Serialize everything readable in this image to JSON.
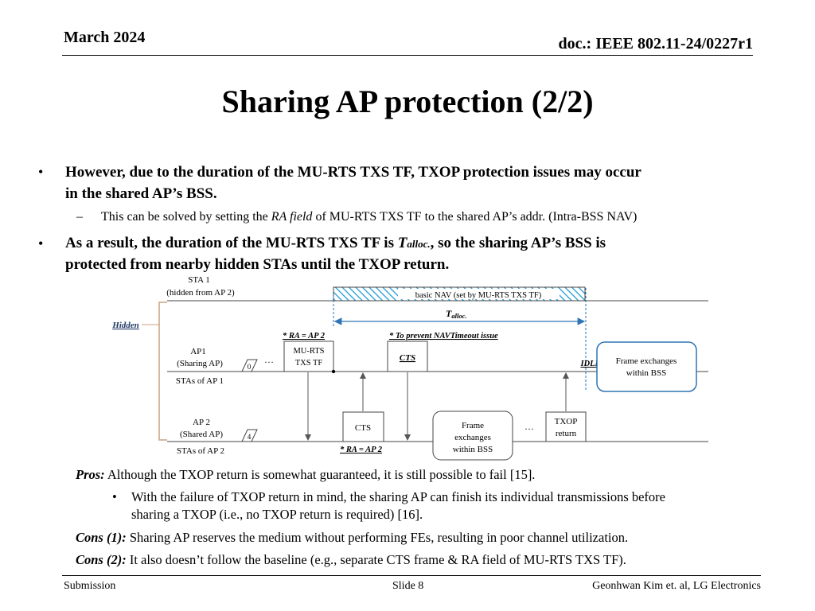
{
  "header": {
    "date": "March 2024",
    "doc_id": "doc.: IEEE 802.11-24/0227r1"
  },
  "title": "Sharing AP protection (2/2)",
  "bullets": {
    "b1": "However, due to the duration of the MU-RTS TXS TF, TXOP protection issues may occur",
    "b1_cont": "in the shared AP’s BSS.",
    "sub1_pre": "This can be solved by setting the ",
    "sub1_em": "RA field",
    "sub1_post": " of MU-RTS TXS TF to the shared AP’s addr. (Intra-BSS NAV)",
    "b2_pre": "As a result, the duration of the MU-RTS TXS TF is ",
    "b2_var": "T",
    "b2_sub": "alloc.",
    "b2_post": ", so the sharing AP’s BSS is",
    "b2_cont": "protected from nearby hidden STAs until the TXOP return."
  },
  "diagram": {
    "sta1": "STA 1",
    "sta1_note": "(hidden from AP 2)",
    "hidden": "Hidden",
    "nav_label": "basic NAV (set by MU-RTS TXS TF)",
    "talloc_var": "T",
    "talloc_sub": "alloc.",
    "ra_ap2_top": "* RA = AP 2",
    "navtimeout": "* To prevent NAVTimeout issue",
    "ap1": "AP1",
    "ap1_role": "(Sharing AP)",
    "ap1_backoff": "0",
    "ellipsis": "…",
    "murts_1": "MU-RTS",
    "murts_2": "TXS TF",
    "cts_top": "CTS",
    "idle": "IDLE",
    "fe_bss_1": "Frame exchanges",
    "fe_bss_2": "within BSS",
    "stas_ap1": "STAs of AP 1",
    "ap2": "AP 2",
    "ap2_role": "(Shared AP)",
    "ap2_backoff": "4",
    "cts_bottom": "CTS",
    "fe_1": "Frame",
    "fe_2": "exchanges",
    "fe_3": "within BSS",
    "txop_1": "TXOP",
    "txop_2": "return",
    "stas_ap2": "STAs of AP 2",
    "ra_ap2_bottom": "* RA = AP 2"
  },
  "notes": {
    "pros_label": "Pros:",
    "pros_text": " Although the TXOP return is somewhat guaranteed, it is still possible to fail [15].",
    "pros_sub": "With the failure of TXOP return in mind, the sharing AP can finish its individual transmissions before",
    "pros_sub_cont": "sharing a TXOP (i.e., no TXOP return is required) [16].",
    "cons1_label": "Cons (1):",
    "cons1_text": " Sharing AP reserves the medium without performing FEs, resulting in poor channel utilization.",
    "cons2_label": "Cons (2):",
    "cons2_text": " It also doesn’t follow the baseline (e.g., separate CTS frame & RA field of MU-RTS TXS TF)."
  },
  "footer": {
    "left": "Submission",
    "middle": "Slide 8",
    "right": "Geonhwan Kim et. al, LG Electronics"
  },
  "colors": {
    "nav_hatch": "#1f9bd7",
    "arrow_blue": "#2e75b6",
    "hidden_label": "#1f3864",
    "bracket": "#c9a27e",
    "rounded_box": "#2e75b6"
  }
}
